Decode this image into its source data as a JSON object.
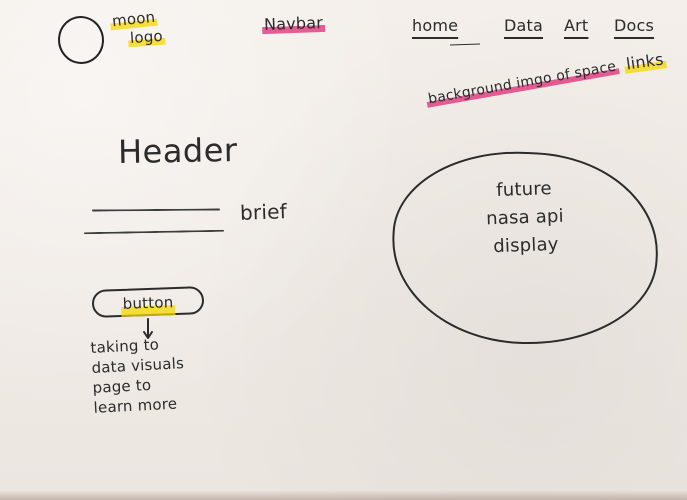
{
  "logo": {
    "line1": "moon",
    "line2": "logo"
  },
  "navbar": {
    "label": "Navbar",
    "links": [
      "home",
      "Data",
      "Art",
      "Docs"
    ],
    "links_note": "links"
  },
  "background_note": "background imgo of space",
  "header": {
    "label": "Header"
  },
  "brief": {
    "label": "brief"
  },
  "button": {
    "label": "button",
    "note": "taking to\ndata visuals\npage to\nlearn more"
  },
  "api_display": {
    "text": "future\nnasa api\ndisplay"
  },
  "colors": {
    "highlight_yellow": "#F5D700",
    "highlight_magenta": "#DC1E6E",
    "ink": "#2B2B2B",
    "paper": "#EFE9E4"
  }
}
